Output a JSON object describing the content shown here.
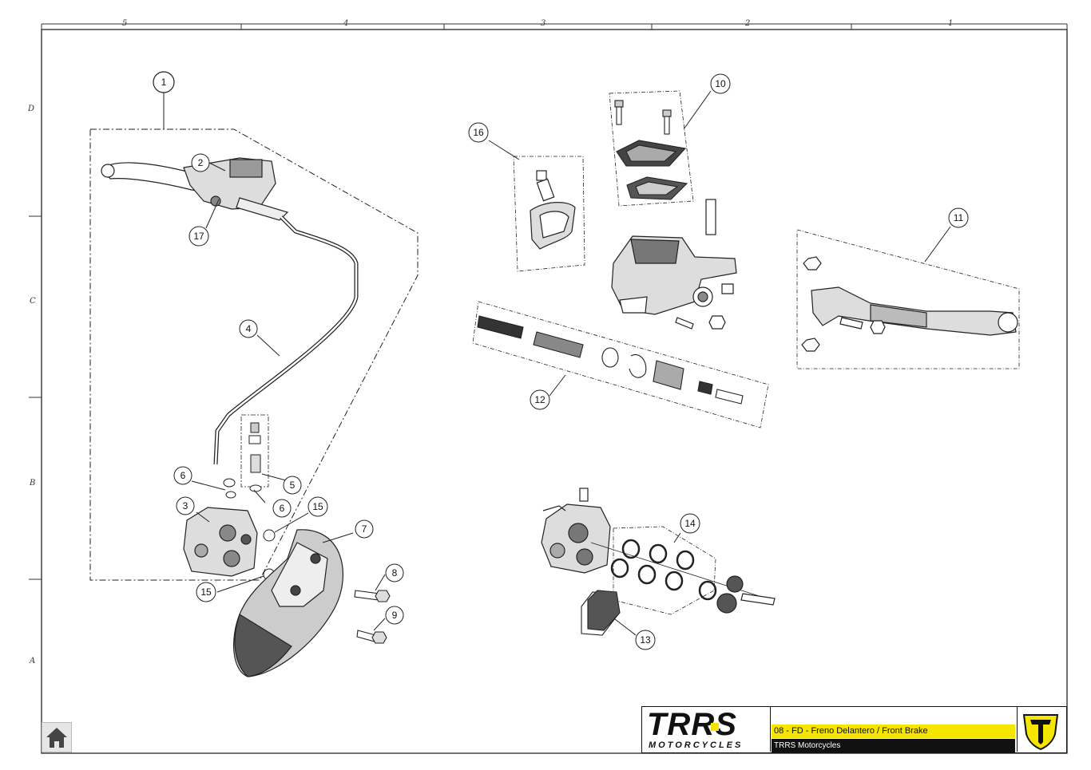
{
  "grid": {
    "columns": [
      "5",
      "4",
      "3",
      "2",
      "1"
    ],
    "rows": [
      "D",
      "C",
      "B",
      "A"
    ]
  },
  "callouts": [
    "1",
    "2",
    "3",
    "4",
    "5",
    "6",
    "6",
    "7",
    "8",
    "9",
    "10",
    "11",
    "12",
    "13",
    "14",
    "15",
    "15",
    "16",
    "17"
  ],
  "title_block": {
    "brand": "TRRS",
    "brand_sub": "MOTORCYCLES",
    "sheet_title": "08 - FD - Freno Delantero / Front Brake",
    "company": "TRRS Motorcycles"
  },
  "nav": {
    "home_icon": "home-icon"
  },
  "colors": {
    "accent": "#f5e600",
    "ink": "#111111",
    "background": "#ffffff"
  }
}
